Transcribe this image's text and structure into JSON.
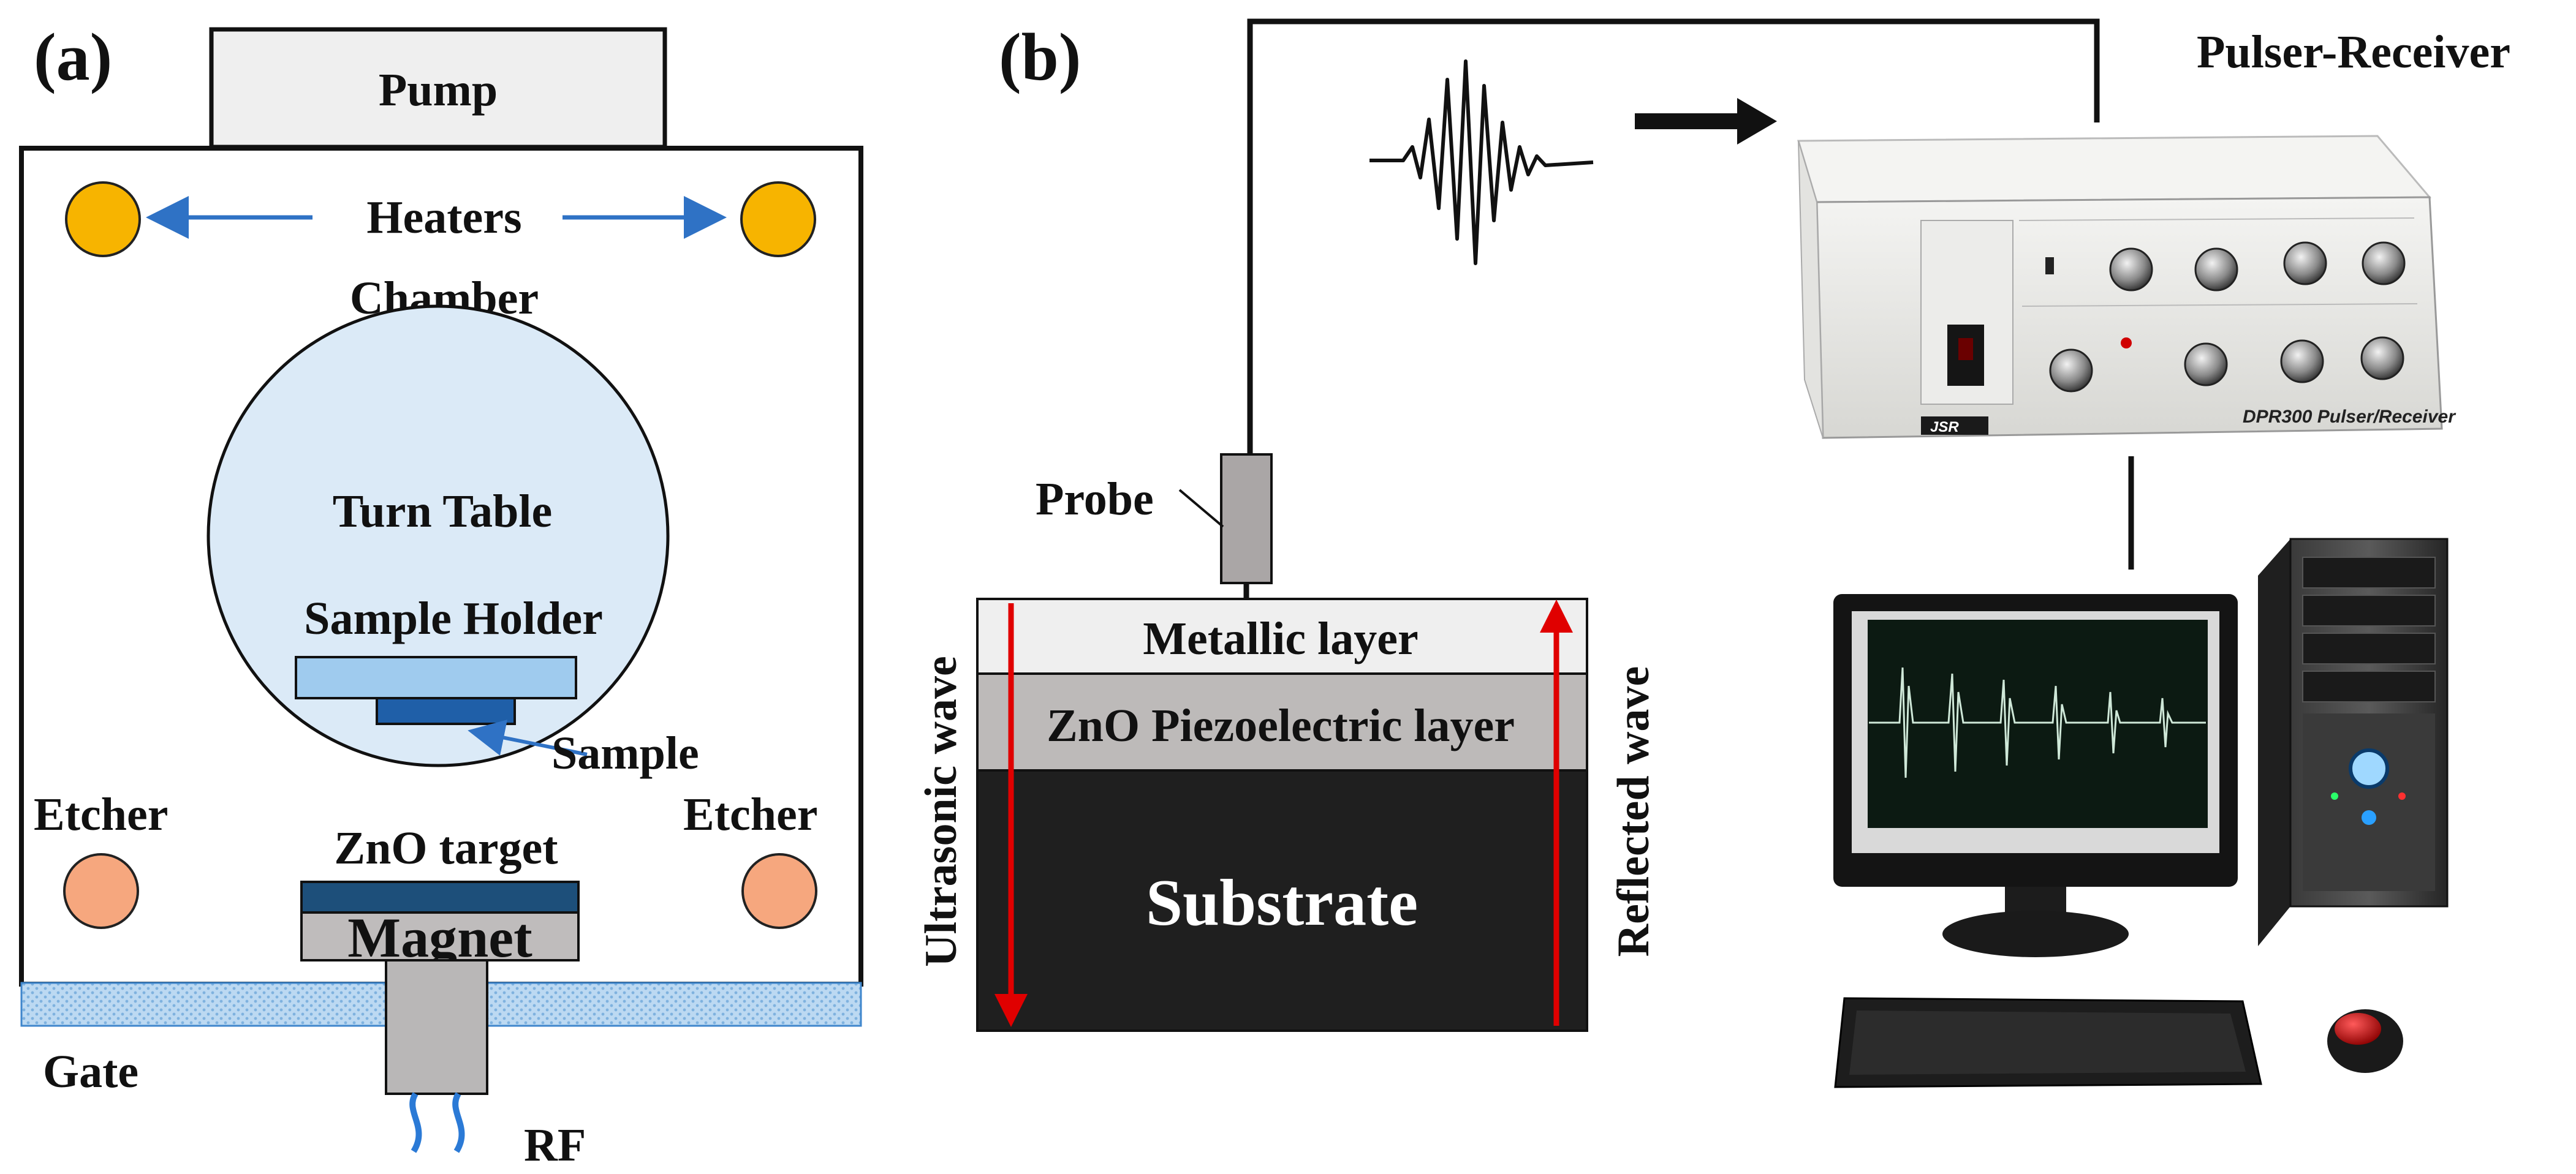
{
  "panel_a": {
    "label": "(a)",
    "pump": "Pump",
    "heaters": "Heaters",
    "chamber": "Chamber",
    "turn_table": "Turn Table",
    "sample_holder": "Sample Holder",
    "sample": "Sample",
    "etcher_left": "Etcher",
    "etcher_right": "Etcher",
    "target": "ZnO target",
    "magnet": "Magnet",
    "gate": "Gate",
    "rf": "RF"
  },
  "panel_b": {
    "label": "(b)",
    "pulser_receiver": "Pulser-Receiver",
    "probe": "Probe",
    "metallic_layer": "Metallic layer",
    "piezo_layer": "ZnO Piezoelectric layer",
    "substrate": "Substrate",
    "ultrasonic_wave": "Ultrasonic wave",
    "reflected_wave": "Reflected wave",
    "device_brand": "JSR",
    "device_model": "DPR300 Pulser/Receiver"
  },
  "colors": {
    "heater": "#f7b400",
    "etcher": "#f6a77e",
    "turn_table": "#dbeaf7",
    "sample_holder": "#9fcbee",
    "sample": "#1f5fa8",
    "target": "#1d4f7a",
    "magnet": "#bfbcbc",
    "gate": "#bcd9f2",
    "metallic_layer": "#efefef",
    "piezo_layer": "#bdbab9",
    "substrate": "#1f1f1f",
    "wave_arrow": "#e00000",
    "pointer_arrow": "#2f72c5"
  }
}
